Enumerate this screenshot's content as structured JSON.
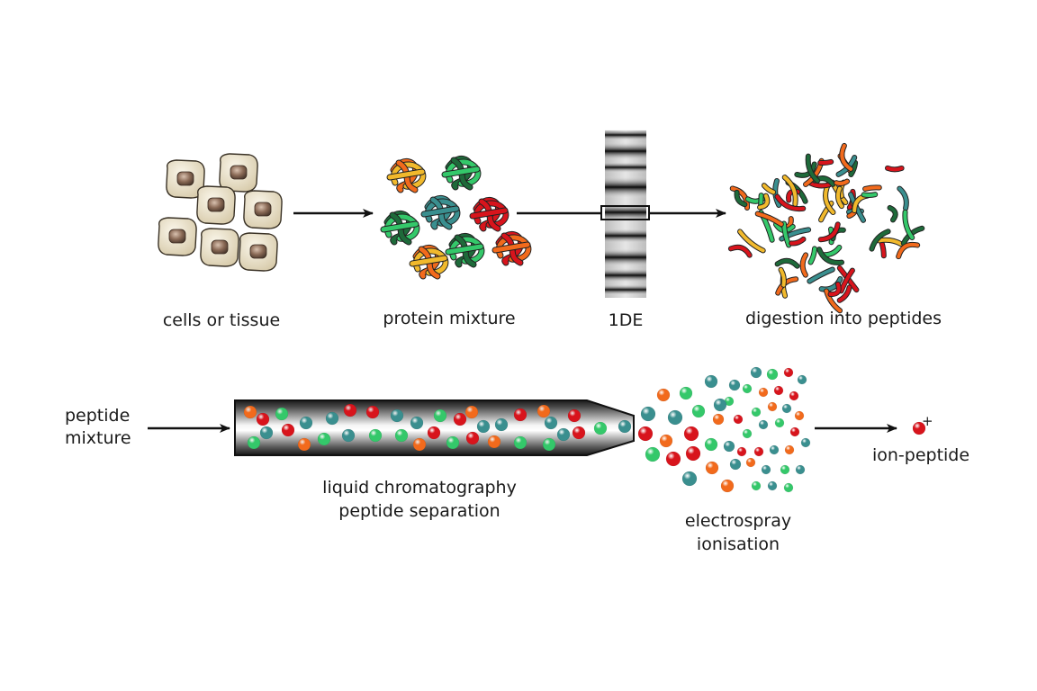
{
  "labels": {
    "cells": "cells or tissue",
    "protein_mixture": "protein mixture",
    "gel": "1DE",
    "digestion": "digestion into peptides",
    "peptide_mixture_line1": "peptide",
    "peptide_mixture_line2": "mixture",
    "lc_line1": "liquid chromatography",
    "lc_line2": "peptide separation",
    "esi_line1": "electrospray",
    "esi_line2": "ionisation",
    "ion_peptide": "ion-peptide",
    "charge": "+"
  },
  "colors": {
    "red": "#d8141c",
    "orange": "#f26a1c",
    "green": "#34c86a",
    "teal": "#3a8f8f",
    "dark_green": "#1e6a3a",
    "yellow": "#f1b92c",
    "cell_fill": "#ece2c8",
    "nucleus": "#8a6a56",
    "arrow": "#111111"
  }
}
